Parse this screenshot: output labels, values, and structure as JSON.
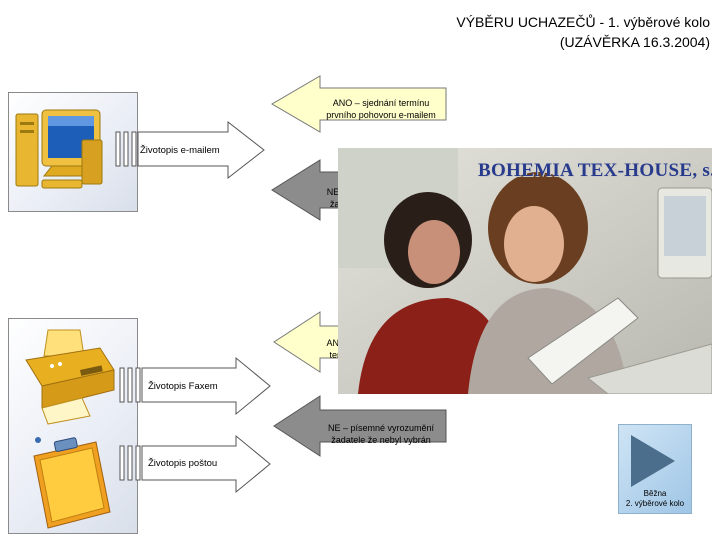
{
  "title": {
    "line1": "VÝBĚRU UCHAZEČŮ - 1. výběrové kolo",
    "line2": "(UZÁVĚRKA 16.3.2004)"
  },
  "arrows": {
    "email_yes": "ANO – sjednání termínu prvního pohovoru e-mailem",
    "email_in": "Životopis e-mailem",
    "email_no": "NE – e-mailem vyrozumění žadatele, že nebyl vybrán",
    "phone_yes": "ANO – telefonické sjednání termínu prvního pohovoru",
    "fax_in": "Životopis Faxem",
    "post_no": "NE – písemné vyrozumění žadatele že nebyl vybrán",
    "post_in": "Životopis poštou"
  },
  "photo": {
    "brand": "BOHEMIA TEX-HOUSE, s.r.o."
  },
  "nav": {
    "line1": "Běžna",
    "line2": "2. výběrové kolo"
  },
  "colors": {
    "yes_arrow": "#ffffcc",
    "no_arrow": "#8c8c8c",
    "in_arrow": "#ffffff",
    "nav_play": "#4a6e8c"
  },
  "icons": [
    "computer-icon",
    "printer-icon",
    "clipboard-icon",
    "play-icon"
  ]
}
